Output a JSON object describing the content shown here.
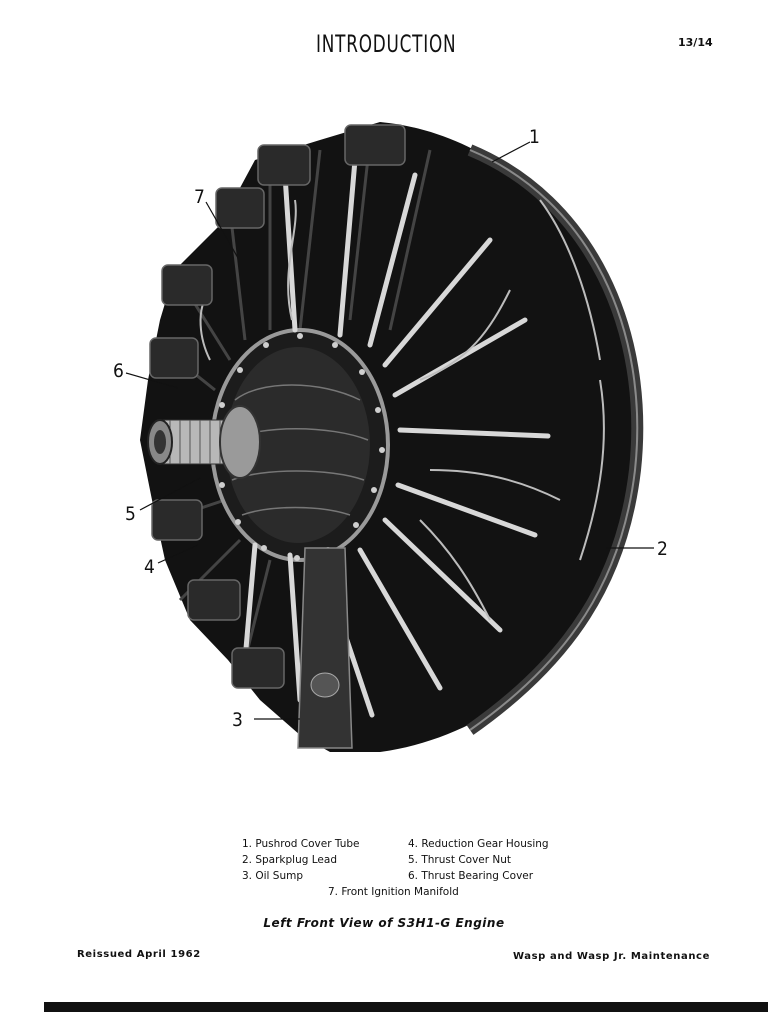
{
  "header": {
    "title": "INTRODUCTION",
    "page_number": "13/14"
  },
  "figure": {
    "callouts": [
      "1",
      "2",
      "3",
      "4",
      "5",
      "6",
      "7"
    ]
  },
  "legend": {
    "left": [
      "1. Pushrod Cover Tube",
      "2. Sparkplug Lead",
      "3. Oil Sump"
    ],
    "right": [
      "4. Reduction Gear Housing",
      "5. Thrust Cover Nut",
      "6. Thrust Bearing Cover"
    ],
    "center": "7. Front Ignition Manifold"
  },
  "caption": "Left Front View of S3H1-G Engine",
  "footer": {
    "left": "Reissued April 1962",
    "right": "Wasp and Wasp Jr. Maintenance"
  }
}
